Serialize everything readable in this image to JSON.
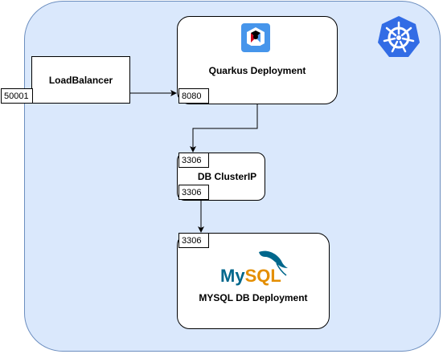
{
  "nodes": {
    "loadbalancer": {
      "label": "LoadBalancer",
      "port": "50001"
    },
    "quarkus": {
      "label": "Quarkus Deployment",
      "port": "8080",
      "logo": "quarkus-logo"
    },
    "db_cluster_ip": {
      "label": "DB ClusterIP",
      "port_in": "3306",
      "port_out": "3306"
    },
    "mysql": {
      "label": "MYSQL DB Deployment",
      "port": "3306",
      "logo_text": "MySQL",
      "logo_icon": "dolphin-icon"
    }
  },
  "kubernetes": {
    "icon": "kubernetes-helm-icon"
  },
  "edges": [
    {
      "from": "loadbalancer",
      "to": "quarkus"
    },
    {
      "from": "quarkus",
      "to": "db_cluster_ip"
    },
    {
      "from": "db_cluster_ip",
      "to": "mysql"
    }
  ],
  "colors": {
    "cluster_fill": "#dae8fc",
    "cluster_stroke": "#6c8ebf",
    "kubernetes_blue": "#326ce5",
    "quarkus_blue": "#4695eb",
    "quarkus_red": "#d0021b",
    "mysql_blue": "#00678c",
    "mysql_orange": "#e48e00"
  }
}
